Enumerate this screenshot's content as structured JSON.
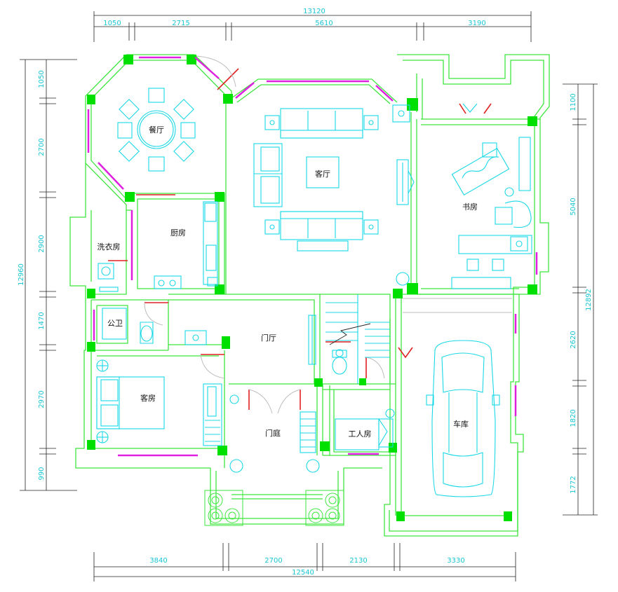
{
  "drawing": {
    "top_dims": {
      "overall": "13120",
      "segments": [
        "1050",
        "2715",
        "5610",
        "3190"
      ]
    },
    "bottom_dims": {
      "overall": "12540",
      "segments": [
        "3840",
        "2700",
        "2130",
        "3330"
      ]
    },
    "left_dims": {
      "overall": "12960",
      "segments": [
        "1050",
        "2700",
        "2900",
        "1470",
        "2970",
        "990"
      ]
    },
    "right_dims": {
      "overall": "12892",
      "segments": [
        "1100",
        "5040",
        "2620",
        "1820",
        "1772"
      ]
    },
    "rooms": {
      "dining": "餐厅",
      "living": "客厅",
      "study": "书房",
      "kitchen": "厨房",
      "laundry": "洗衣房",
      "toilet": "公卫",
      "entry_hall": "门厅",
      "guest_room": "客房",
      "porch": "门庭",
      "servant_room": "工人房",
      "garage": "车库"
    },
    "colors": {
      "wall": "#3ee63e",
      "column": "#00e000",
      "furniture": "#19d8e6",
      "window": "#e020e0",
      "door": "#e02020",
      "dimension": "#19c6d4"
    }
  }
}
